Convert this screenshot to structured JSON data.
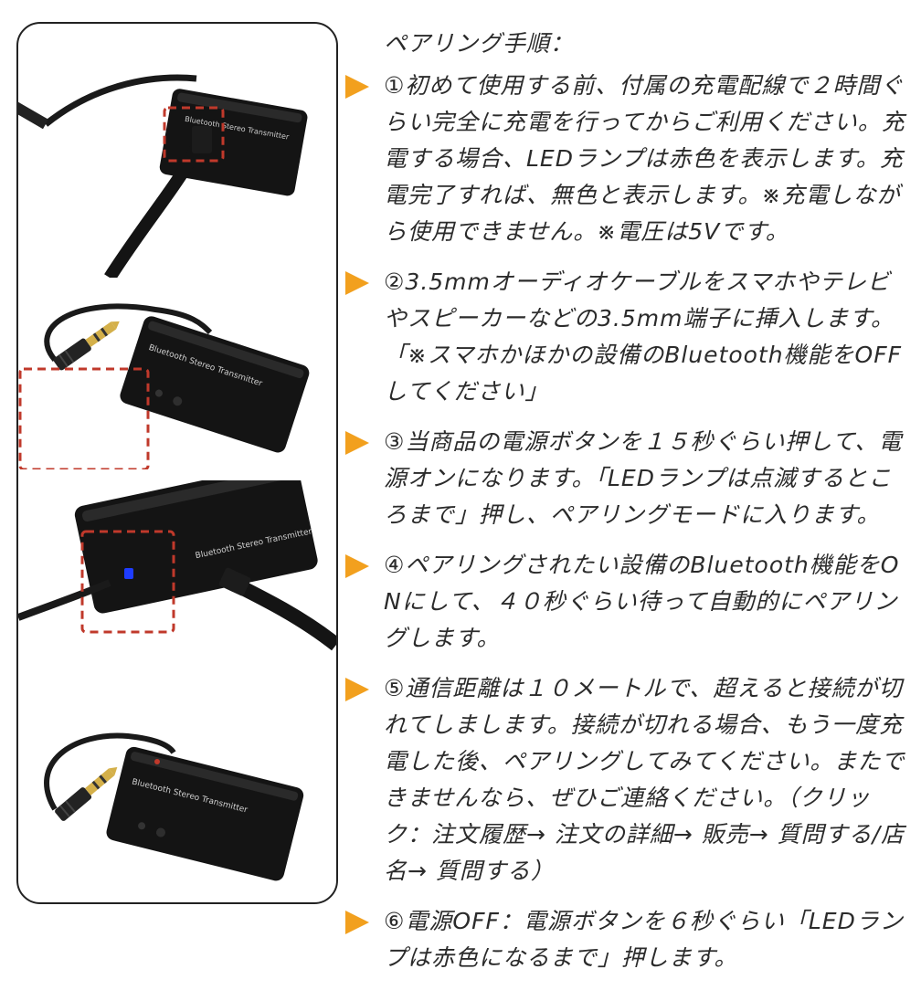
{
  "photos": [
    {
      "name": "Charging photo",
      "label": "Bluetooth Stereo Transmitter"
    },
    {
      "name": "3.5mm plug photo",
      "label": "Bluetooth Stereo Transmitter"
    },
    {
      "name": "Power button photo",
      "label": "Bluetooth Stereo Transmitter"
    },
    {
      "name": "Transmitter photo",
      "label": "Bluetooth Stereo Transmitter"
    }
  ],
  "instructions": {
    "heading": "ペアリング手順：",
    "steps": [
      {
        "text": "①初めて使用する前、付属の充電配線で２時間ぐらい完全に充電を行ってからご利用ください。充電する場合、LEDランプは赤色を表示します。充電完了すれば、無色と表示します。※充電しながら使用できません。※電圧は5Vです。"
      },
      {
        "text": "②3.5mmオーディオケーブルをスマホやテレビやスピーカーなどの3.5mm端子に挿入します。「※スマホかほかの設備のBluetooth機能をOFFしてください」"
      },
      {
        "text": "③当商品の電源ボタンを１５秒ぐらい押して、電源オンになります。「LEDランプは点滅するところまで」押し、ペアリングモードに入ります。"
      },
      {
        "text": "④ペアリングされたい設備のBluetooth機能をONにして、４０秒ぐらい待って自動的にペアリングします。"
      },
      {
        "text": "⑤通信距離は１０メートルで、超えると接続が切れてしまします。接続が切れる場合、もう一度充電した後、ペアリングしてみてください。またできませんなら、ぜひご連絡ください。（クリック：注文履歴→ 注文の詳細→ 販売→ 質問する/店名→ 質問する）"
      },
      {
        "text": "⑥電源OFF：電源ボタンを６秒ぐらい「LEDランプは赤色になるまで」押します。"
      }
    ]
  },
  "colors": {
    "bullet": "#f2a01e",
    "highlight": "#c0392b",
    "led": "#1e3cff",
    "device": "#141414"
  }
}
